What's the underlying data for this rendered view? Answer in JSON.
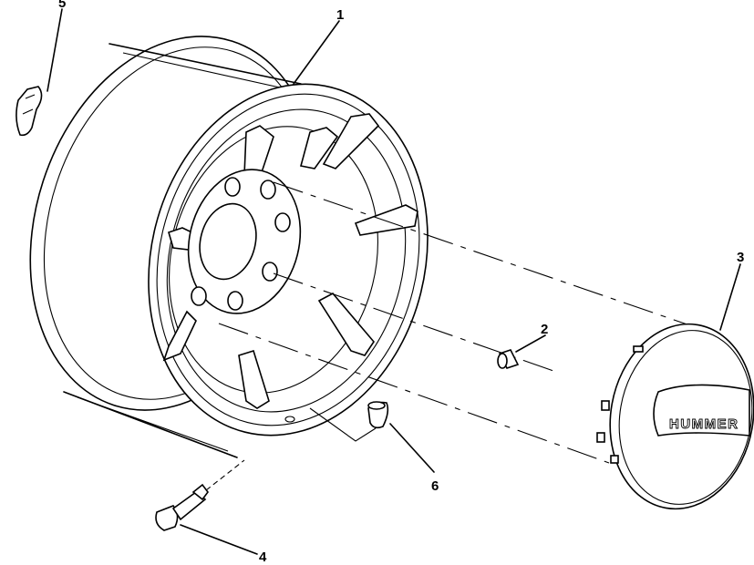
{
  "callouts": {
    "wheel": "1",
    "lug_nut": "2",
    "center_cap": "3",
    "valve_stem": "4",
    "retainer_clip": "5",
    "balance_weight": "6"
  },
  "cap_logo": "HUMMER"
}
